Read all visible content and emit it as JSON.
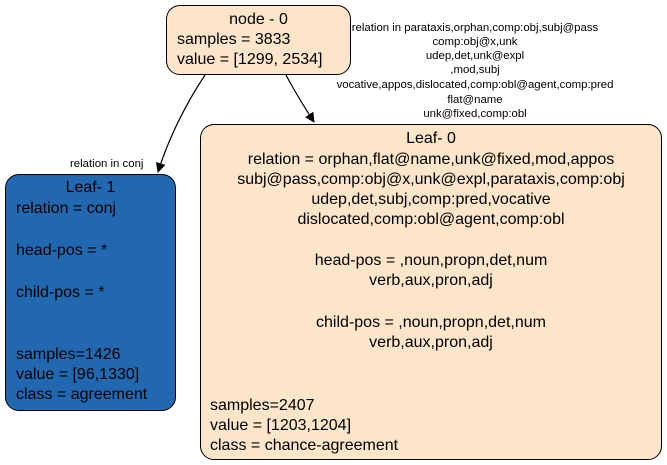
{
  "colors": {
    "root_fill": "#fde5c9",
    "leaf0_fill": "#fde5c9",
    "leaf1_fill": "#2268b0",
    "stroke": "#000000"
  },
  "root": {
    "title": "node - 0",
    "samples": "samples = 3833",
    "value": "value = [1299, 2534]"
  },
  "edges": {
    "left_label": "relation in conj",
    "right_label": [
      "relation in parataxis,orphan,comp:obj,subj@pass",
      "comp:obj@x,unk",
      "udep,det,unk@expl",
      ",mod,subj",
      "vocative,appos,dislocated,comp:obl@agent,comp:pred",
      "flat@name",
      "unk@fixed,comp:obl"
    ]
  },
  "leaf1": {
    "title": "Leaf- 1",
    "relation": "relation = conj",
    "head_pos": "head-pos = *",
    "child_pos": "child-pos = *",
    "samples": "samples=1426",
    "value": "value = [96,1330]",
    "class": "class = agreement"
  },
  "leaf0": {
    "title": "Leaf- 0",
    "relation": [
      "relation = orphan,flat@name,unk@fixed,mod,appos",
      "subj@pass,comp:obj@x,unk@expl,parataxis,comp:obj",
      "udep,det,subj,comp:pred,vocative",
      "dislocated,comp:obl@agent,comp:obl"
    ],
    "head_pos": [
      "head-pos = ,noun,propn,det,num",
      "verb,aux,pron,adj"
    ],
    "child_pos": [
      "child-pos = ,noun,propn,det,num",
      "verb,aux,pron,adj"
    ],
    "samples": "samples=2407",
    "value": "value = [1203,1204]",
    "class": "class = chance-agreement"
  }
}
